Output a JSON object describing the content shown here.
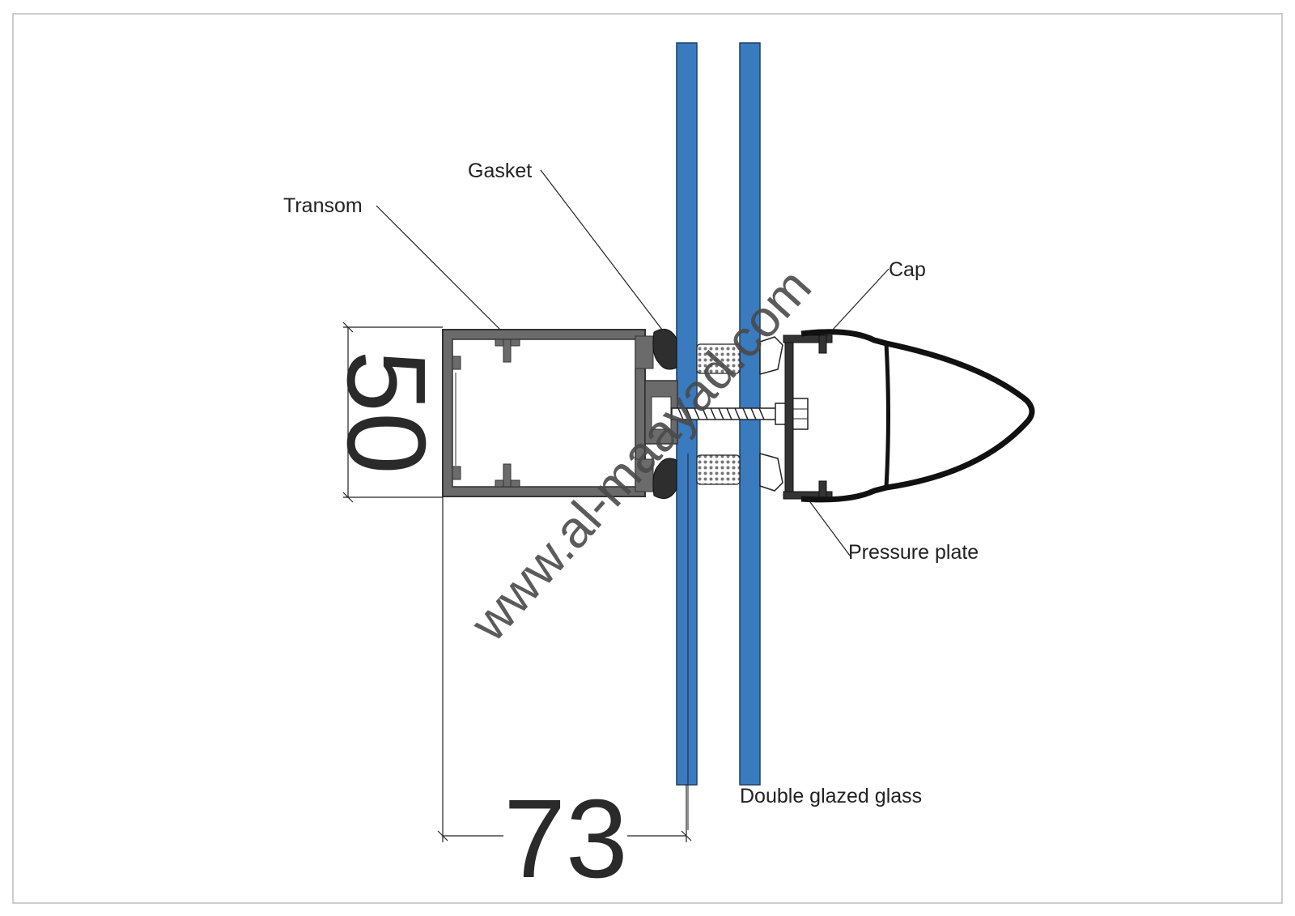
{
  "labels": {
    "gasket": "Gasket",
    "transom": "Transom",
    "cap": "Cap",
    "pressure_plate": "Pressure plate",
    "double_glazed_glass": "Double glazed glass"
  },
  "dimensions": {
    "height": "50",
    "width": "73"
  },
  "watermark": "www.al-maayad.com",
  "colors": {
    "glass": "#3a7bbf",
    "profile": "#6b6b6b",
    "profile_dark": "#333333",
    "line": "#222222",
    "border": "#bbbbbb"
  }
}
